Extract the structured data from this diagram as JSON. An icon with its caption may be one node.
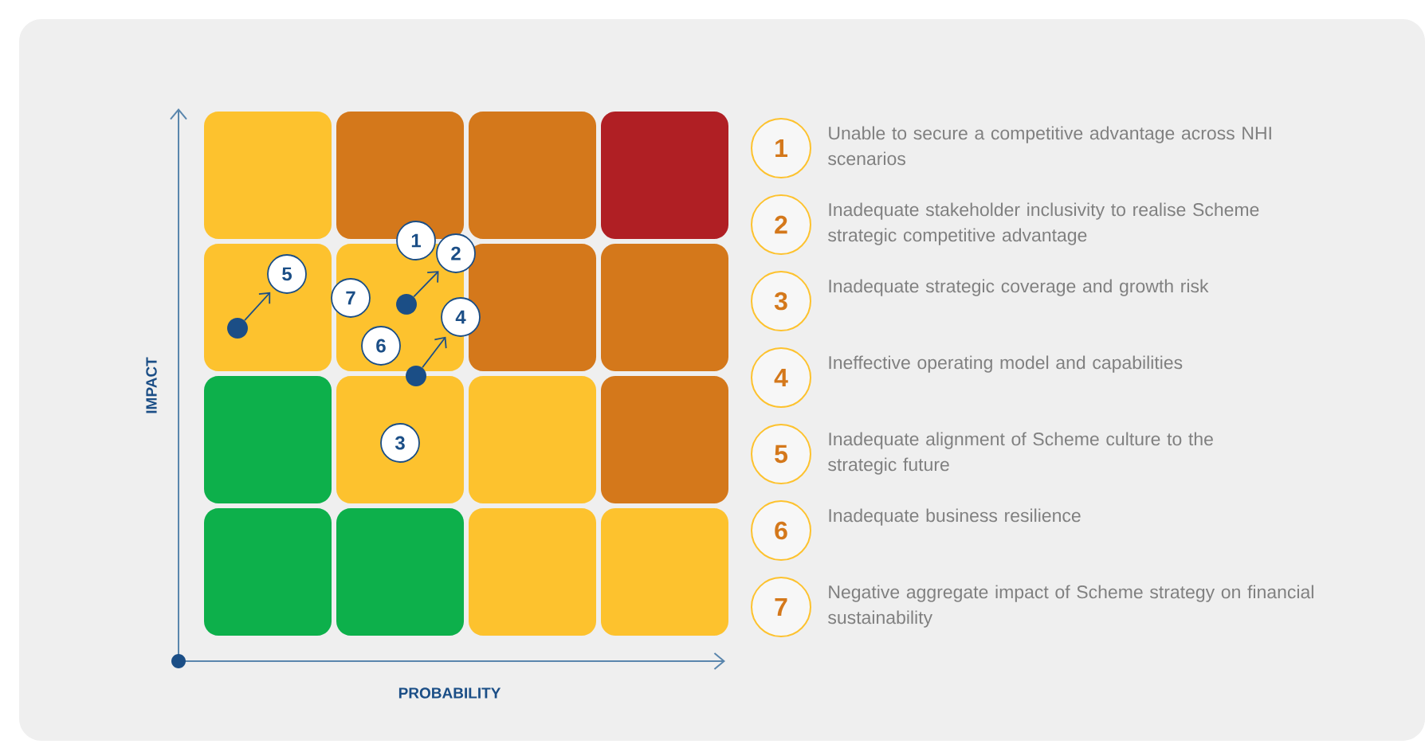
{
  "diagram": {
    "nodes": [
      {
        "text": [
          "1"
        ]
      },
      {
        "text": [
          "2"
        ]
      },
      {
        "text": [
          "3"
        ]
      },
      {
        "text": [
          "4"
        ]
      },
      {
        "text": [
          "5"
        ]
      },
      {
        "text": [
          "6"
        ]
      },
      {
        "text": [
          "7"
        ]
      },
      {
        "text": [],
        "shape": "circle"
      },
      {
        "text": [],
        "shape": "circle"
      },
      {
        "text": [],
        "shape": "circle"
      },
      {
        "text": [
          "1"
        ],
        "beside": [
          "Unable to secure a competitive advantage across NHI scenarios"
        ]
      },
      {
        "text": [
          "2"
        ],
        "beside": [
          "Inadequate stakeholder inclusivity to realise Scheme strategic competitive advantage"
        ]
      },
      {
        "text": [
          "3"
        ],
        "beside": [
          "Inadequate strategic coverage and growth risk"
        ]
      },
      {
        "text": [
          "4"
        ],
        "beside": [
          "Ineffective operating model and capabilities"
        ]
      },
      {
        "text": [
          "5"
        ],
        "beside": [
          "Inadequate alignment of Scheme culture to the strategic future"
        ]
      },
      {
        "text": [
          "6"
        ],
        "beside": [
          "Inadequate business resilience"
        ]
      },
      {
        "text": [
          "7"
        ],
        "beside": [
          "Negative aggregate impact of Scheme strategy on financial sustainability"
        ]
      }
    ],
    "edges": [
      {
        "from": 7,
        "to": 4,
        "arrow": "to"
      },
      {
        "from": 8,
        "to": 1,
        "arrow": "to"
      },
      {
        "from": 9,
        "to": 3,
        "arrow": "to"
      }
    ],
    "labels": [
      "IMPACT",
      "PROBABILITY"
    ]
  }
}
